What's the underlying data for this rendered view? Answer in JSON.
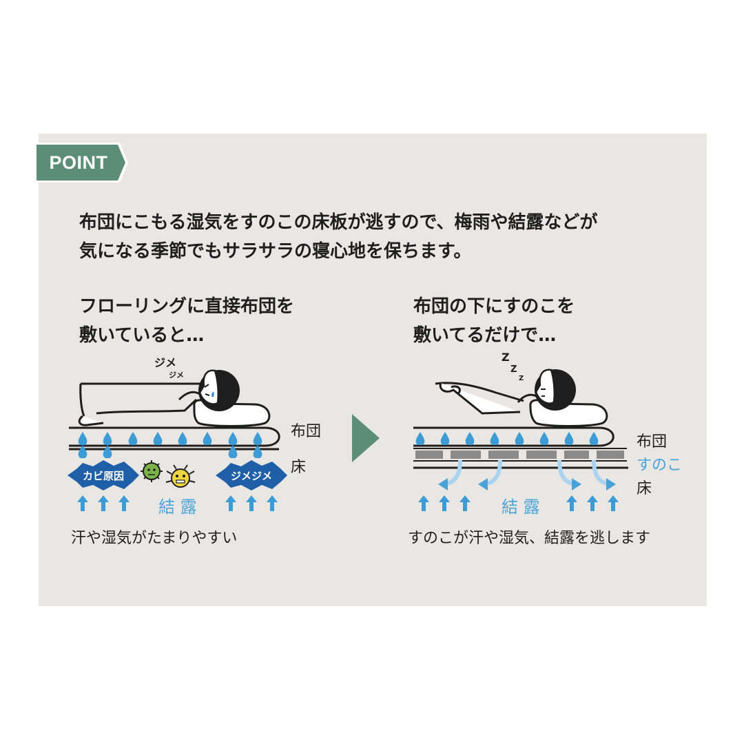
{
  "badge": {
    "label": "POINT",
    "color": "#5c8d76"
  },
  "intro": {
    "line1": "布団にこもる湿気をすのこの床板が逃すので、梅雨や結露などが",
    "line2": "気になる季節でもサラサラの寝心地を保ちます。"
  },
  "left": {
    "heading_line1": "フローリングに直接布団を",
    "heading_line2": "敷いていると…",
    "sound_big": "ジメ",
    "sound_small": "ジメ",
    "label_futon": "布団",
    "label_floor": "床",
    "burst_mold": "カビ原因",
    "burst_damp": "ジメジメ",
    "condensation": "結 露",
    "caption": "汗や湿気がたまりやすい"
  },
  "right": {
    "heading_line1": "布団の下にすのこを",
    "heading_line2": "敷いてるだけで…",
    "z1": "Z",
    "z2": "Z",
    "z3": "Z",
    "label_futon": "布団",
    "label_sunoko": "すのこ",
    "label_floor": "床",
    "condensation": "結 露",
    "caption": "すのこが汗や湿気、結露を逃します"
  },
  "colors": {
    "panel": "#e9e7e4",
    "accent_green": "#5c8d76",
    "drop_blue": "#3d9bd6",
    "burst_blue": "#1f5fa8",
    "text_blue": "#4aa3d8"
  },
  "icons": [
    "water-drop-icon",
    "up-arrow-icon",
    "germ-icon",
    "mite-icon",
    "airflow-arrow-icon",
    "next-arrow-icon"
  ]
}
